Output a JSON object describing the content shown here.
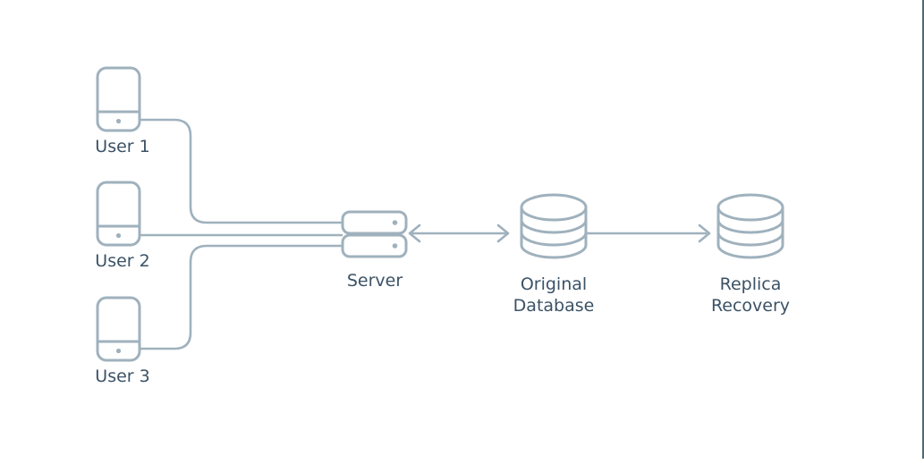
{
  "diagram": {
    "colors": {
      "background": "#ffffff",
      "line": "#9fb1bd",
      "text": "#3b5266",
      "right_border": "#4e6a73"
    },
    "nodes": {
      "user1": {
        "label": "User 1",
        "icon": "smartphone-icon"
      },
      "user2": {
        "label": "User 2",
        "icon": "smartphone-icon"
      },
      "user3": {
        "label": "User 3",
        "icon": "smartphone-icon"
      },
      "server": {
        "label": "Server",
        "icon": "server-icon"
      },
      "original_db": {
        "label": "Original\nDatabase",
        "icon": "database-icon"
      },
      "replica_db": {
        "label": "Replica\nRecovery",
        "icon": "database-icon"
      }
    },
    "connections": [
      {
        "from": "user1",
        "to": "server",
        "type": "line"
      },
      {
        "from": "user2",
        "to": "server",
        "type": "line"
      },
      {
        "from": "user3",
        "to": "server",
        "type": "line"
      },
      {
        "from": "server",
        "to": "original_db",
        "type": "double-arrow"
      },
      {
        "from": "original_db",
        "to": "replica_db",
        "type": "arrow"
      }
    ]
  }
}
